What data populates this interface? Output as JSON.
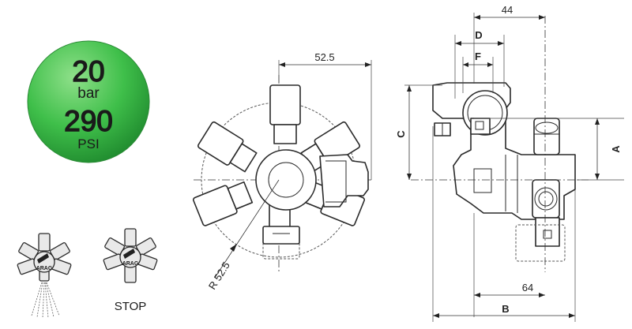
{
  "badge": {
    "pressure_bar_value": "20",
    "pressure_bar_unit": "bar",
    "pressure_psi_value": "290",
    "pressure_psi_unit": "PSI",
    "color_light": "#8fe08a",
    "color_mid": "#3fbf4a",
    "color_dark": "#1f8a2e"
  },
  "thumbnails": {
    "left_brand": "ARAG",
    "right_brand": "ARAG",
    "right_caption": "STOP"
  },
  "dimensions": {
    "front_width": "52.5",
    "front_radius": "R 52.5",
    "side_overall": "44",
    "side_d": "D",
    "side_f": "F",
    "side_c": "C",
    "side_a": "A",
    "side_64": "64",
    "side_b": "B"
  }
}
